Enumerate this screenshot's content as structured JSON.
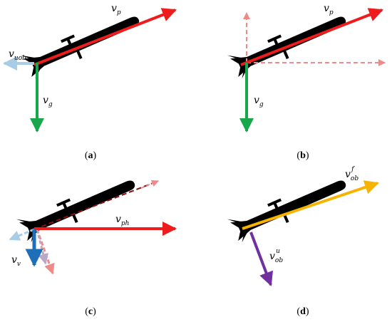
{
  "panels": {
    "a": {
      "caption_letter": "a",
      "labels": {
        "vp": {
          "base": "v",
          "sub": "p"
        },
        "vuob": {
          "base": "v",
          "sub": "uob"
        },
        "vg": {
          "base": "v",
          "sub": "g"
        }
      }
    },
    "b": {
      "caption_letter": "b",
      "labels": {
        "vp": {
          "base": "v",
          "sub": "p"
        },
        "vg": {
          "base": "v",
          "sub": "g"
        }
      }
    },
    "c": {
      "caption_letter": "c",
      "labels": {
        "vph": {
          "base": "v",
          "sub": "ph"
        },
        "vv": {
          "base": "v",
          "sub": "v"
        }
      }
    },
    "d": {
      "caption_letter": "d",
      "labels": {
        "vobf": {
          "base": "v",
          "sub": "ob",
          "sup": "f"
        },
        "vobu": {
          "base": "v",
          "sub": "ob",
          "sup": "u"
        }
      }
    }
  },
  "colors": {
    "rocket": "#000000",
    "velocity_red": "#ee1c1c",
    "velocity_red_light": "#f08a8a",
    "gravity_green": "#1aa64a",
    "light_blue": "#a8cce6",
    "vertical_blue": "#1f6fb8",
    "orange": "#f6b400",
    "purple": "#7030a0"
  }
}
